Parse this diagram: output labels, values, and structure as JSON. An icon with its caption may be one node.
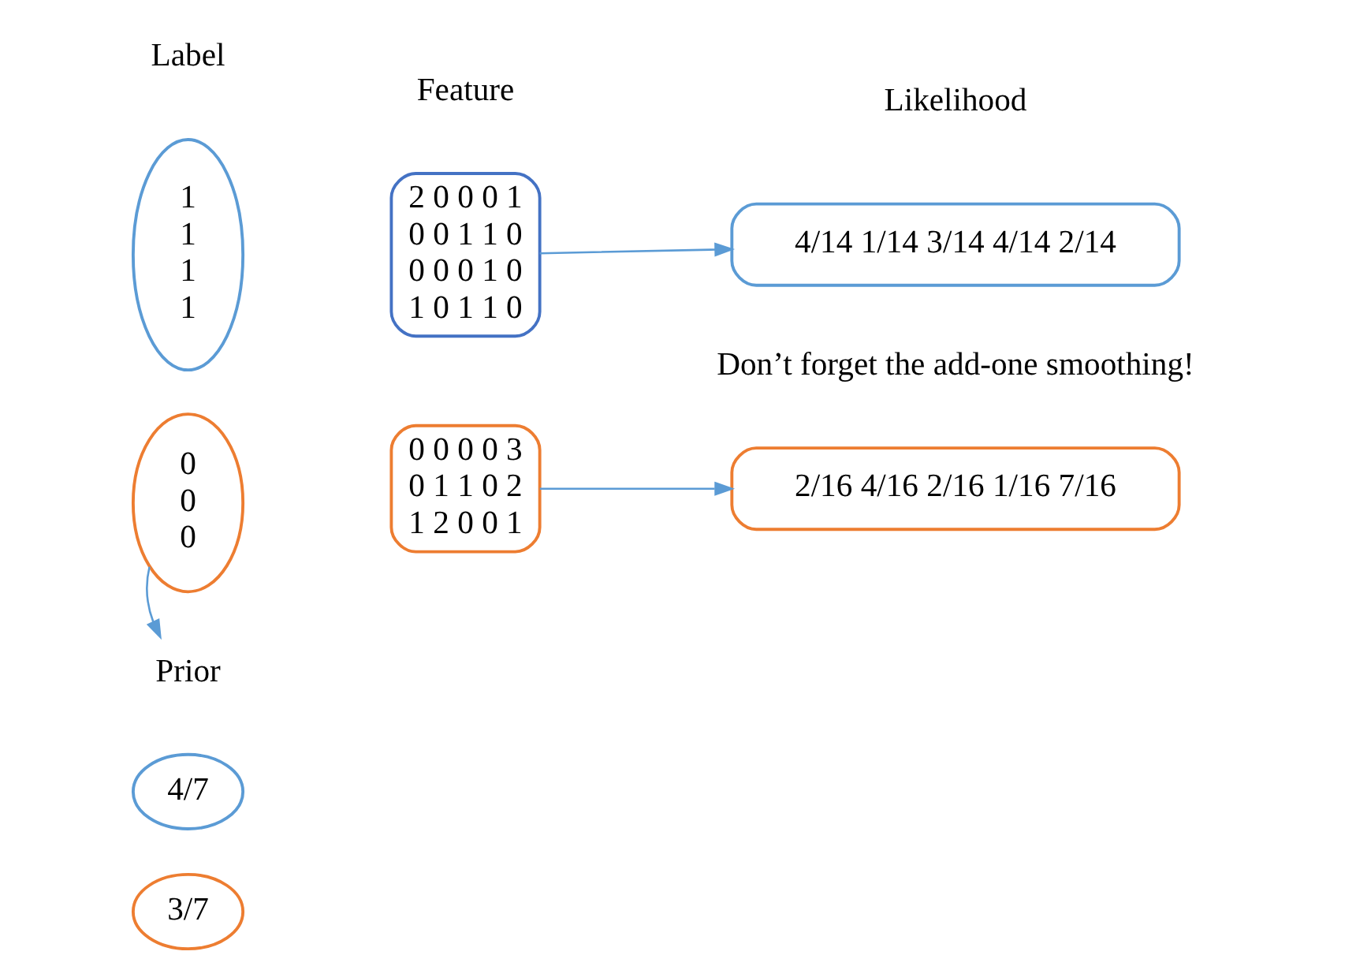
{
  "diagram": {
    "nodes": [
      {
        "text": [
          "1 1 1 1"
        ]
      },
      {
        "text": [
          "0 0 0"
        ]
      },
      {
        "text": [
          "2 0 0 0 1 0 0 1 1 0 0 0 0 1 0 1 0 1 1 0"
        ]
      },
      {
        "text": [
          "0 0 0 0 3 0 1 1 0 2 1 2 0 0 1"
        ]
      },
      {
        "text": [
          "4/14 1/14 3/14 4/14 2/14"
        ]
      },
      {
        "text": [
          "2/16 4/16 2/16 1/16 7/16"
        ]
      },
      {
        "text": [
          "Prior"
        ]
      },
      {
        "text": [
          "4/7"
        ]
      },
      {
        "text": [
          "3/7"
        ]
      }
    ],
    "edges": [
      {
        "from": 2,
        "to": 4,
        "arrow": "to"
      },
      {
        "from": 3,
        "to": 5,
        "arrow": "to"
      },
      {
        "from": 1,
        "to": 6,
        "arrow": "to"
      }
    ],
    "labels": [
      "Label",
      "Feature",
      "Likelihood",
      "Don’t forget the add-one smoothing!"
    ]
  }
}
